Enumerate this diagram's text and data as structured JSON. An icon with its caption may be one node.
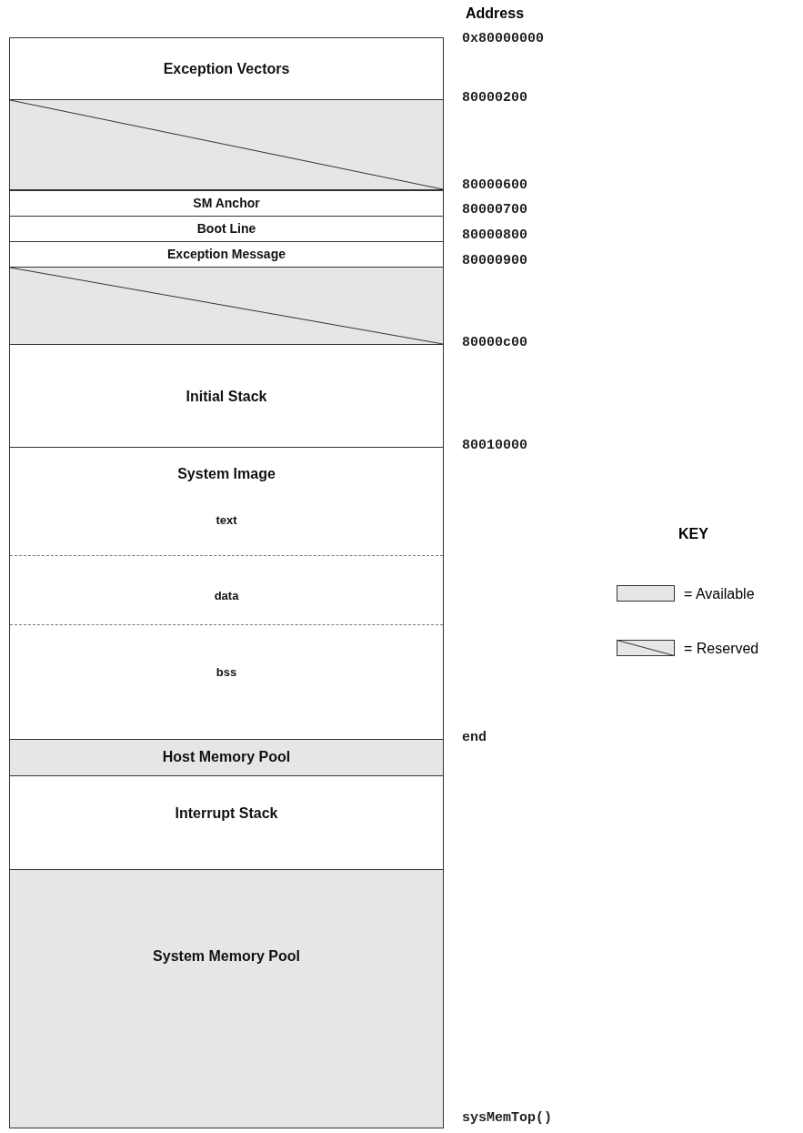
{
  "diagram": {
    "nodes": [
      {
        "text": [
          "Exception Vectors"
        ]
      },
      {
        "text": [],
        "shape": "box"
      },
      {
        "text": [
          "SM Anchor"
        ]
      },
      {
        "text": [
          "Boot Line"
        ]
      },
      {
        "text": [
          "Exception Message"
        ]
      },
      {
        "text": [],
        "shape": "box"
      },
      {
        "text": [
          "Initial Stack"
        ]
      },
      {
        "text": [
          "System Image"
        ]
      },
      {
        "text": [
          "text"
        ],
        "in": 7
      },
      {
        "text": [
          "data"
        ],
        "in": 7
      },
      {
        "text": [
          "bss"
        ],
        "in": 7
      },
      {
        "text": [
          "Host Memory Pool"
        ]
      },
      {
        "text": [
          "Interrupt Stack"
        ]
      },
      {
        "text": [
          "System Memory Pool"
        ]
      }
    ],
    "edges": [],
    "labels": [
      "Address",
      "0x80000000",
      "80000200",
      "80000600",
      "80000700",
      "80000800",
      "80000900",
      "80000c00",
      "80010000",
      "KEY",
      "end",
      "sysMemTop()"
    ],
    "legend": [
      {
        "text": "= Available",
        "color": "#e6e6e6"
      },
      {
        "text": "= Reserved"
      }
    ]
  }
}
